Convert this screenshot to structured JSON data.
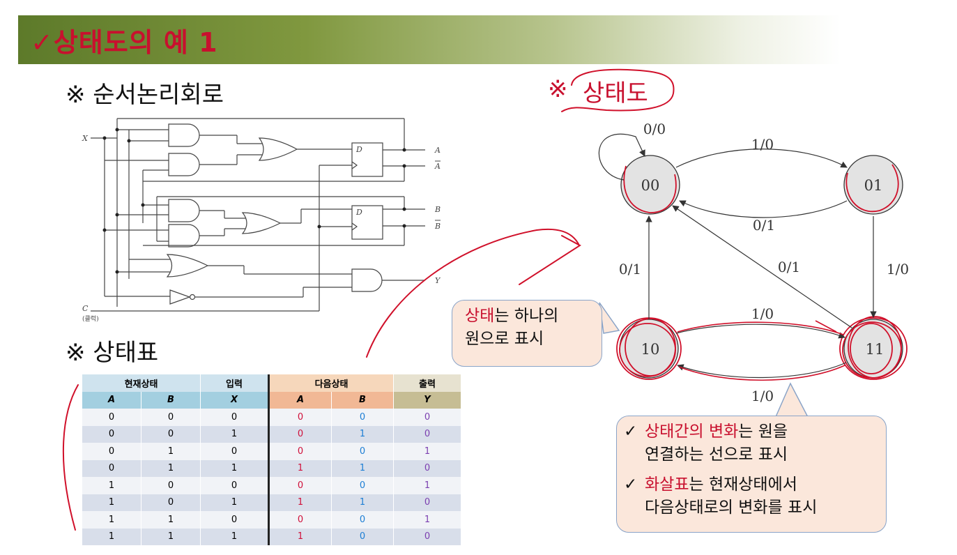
{
  "slide": {
    "title": "✓상태도의 예 1",
    "sections": {
      "circuit": "※ 순서논리회로",
      "table": "※ 상태표",
      "diagram_mark": "※",
      "diagram_word": "상태도"
    }
  },
  "circuit": {
    "input_x": "X",
    "clock_label": "C",
    "clock_sub": "(클럭)",
    "ff_label": "D",
    "outputs": [
      "A",
      "A",
      "B",
      "B",
      "Y"
    ]
  },
  "state_table": {
    "group_headers": [
      "현재상태",
      "입력",
      "다음상태",
      "출력"
    ],
    "sub_headers": [
      "A",
      "B",
      "X",
      "A",
      "B",
      "Y"
    ],
    "rows": [
      [
        "0",
        "0",
        "0",
        "0",
        "0",
        "0"
      ],
      [
        "0",
        "0",
        "1",
        "0",
        "1",
        "0"
      ],
      [
        "0",
        "1",
        "0",
        "0",
        "0",
        "1"
      ],
      [
        "0",
        "1",
        "1",
        "1",
        "1",
        "0"
      ],
      [
        "1",
        "0",
        "0",
        "0",
        "0",
        "1"
      ],
      [
        "1",
        "0",
        "1",
        "1",
        "1",
        "0"
      ],
      [
        "1",
        "1",
        "0",
        "0",
        "0",
        "1"
      ],
      [
        "1",
        "1",
        "1",
        "1",
        "0",
        "0"
      ]
    ]
  },
  "state_diagram": {
    "states": [
      "00",
      "01",
      "10",
      "11"
    ],
    "edge_labels": {
      "self_00": "0/0",
      "s00_s01": "1/0",
      "s01_s00": "0/1",
      "s10_s00": "0/1",
      "s11_s00": "0/1",
      "s01_s11": "1/0",
      "s10_s11": "1/0",
      "s11_s10": "1/0"
    }
  },
  "callouts": {
    "state": {
      "highlight": "상태",
      "rest1": "는 하나의",
      "line2": "원으로 표시"
    },
    "bullets": [
      {
        "check": "✓",
        "highlight": "상태간의 변화",
        "rest1": "는 원을",
        "line2": "연결하는 선으로 표시"
      },
      {
        "check": "✓",
        "highlight": "화살표",
        "rest1": "는 현재상태에서",
        "line2": "다음상태로의 변화를 표시"
      }
    ]
  },
  "colors": {
    "title_red": "#c8102e",
    "annotation_red": "#d0102a",
    "title_bar_green": "#6b8432"
  }
}
